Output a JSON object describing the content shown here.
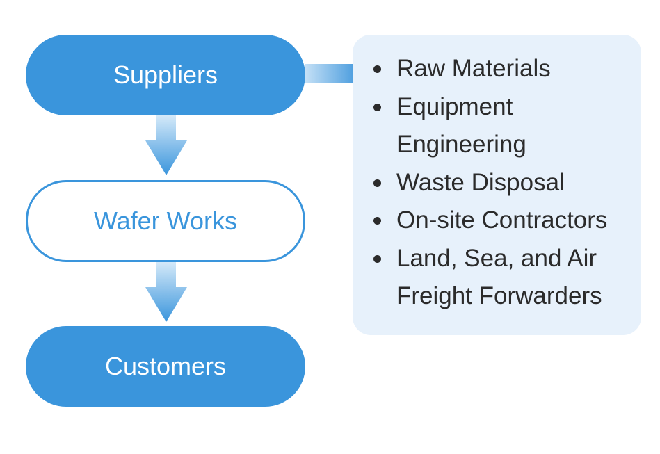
{
  "nodes": {
    "suppliers": "Suppliers",
    "wafer_works": "Wafer Works",
    "customers": "Customers"
  },
  "supplier_types": [
    [
      "Raw Materials"
    ],
    [
      "Equipment",
      "Engineering"
    ],
    [
      "Waste Disposal"
    ],
    [
      "On-site Contractors"
    ],
    [
      "Land, Sea, and Air",
      "Freight Forwarders"
    ]
  ],
  "colors": {
    "node_fill": "#3a95dc",
    "node_text": "#ffffff",
    "outline_text": "#3a95dc",
    "panel_bg": "#e7f1fb",
    "list_text": "#2b2b2b"
  }
}
